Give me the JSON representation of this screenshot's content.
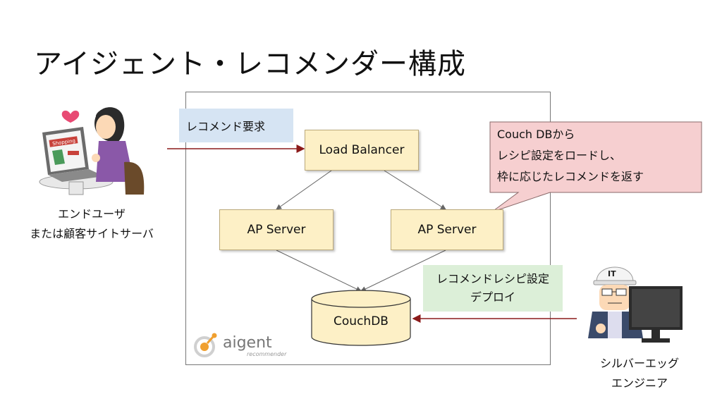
{
  "title": "アイジェント・レコメンダー構成",
  "nodes": {
    "load_balancer": "Load Balancer",
    "ap_server_left": "AP Server",
    "ap_server_right": "AP Server",
    "couchdb": "CouchDB"
  },
  "notes": {
    "request": "レコメンド要求",
    "deploy_line1": "レコメンドレシピ設定",
    "deploy_line2": "デプロイ",
    "callout_line1": "Couch DBから",
    "callout_line2": "レシピ設定をロードし、",
    "callout_line3": "枠に応じたレコメンドを返す"
  },
  "actors": {
    "user_line1": "エンドユーザ",
    "user_line2": "または顧客サイトサーバ",
    "engineer_line1": "シルバーエッグ",
    "engineer_line2": "エンジニア"
  },
  "logo": {
    "name": "aigent",
    "sub": "recommender"
  },
  "engineer_badge": "IT",
  "shopping_sign": "Shopping",
  "colors": {
    "box_fill": "#fdf0c6",
    "request_bg": "#d6e4f3",
    "deploy_bg": "#dcefd8",
    "callout_bg": "#f6cfd0",
    "arrow_red": "#8b1a1a",
    "logo_orange": "#f0a030"
  }
}
